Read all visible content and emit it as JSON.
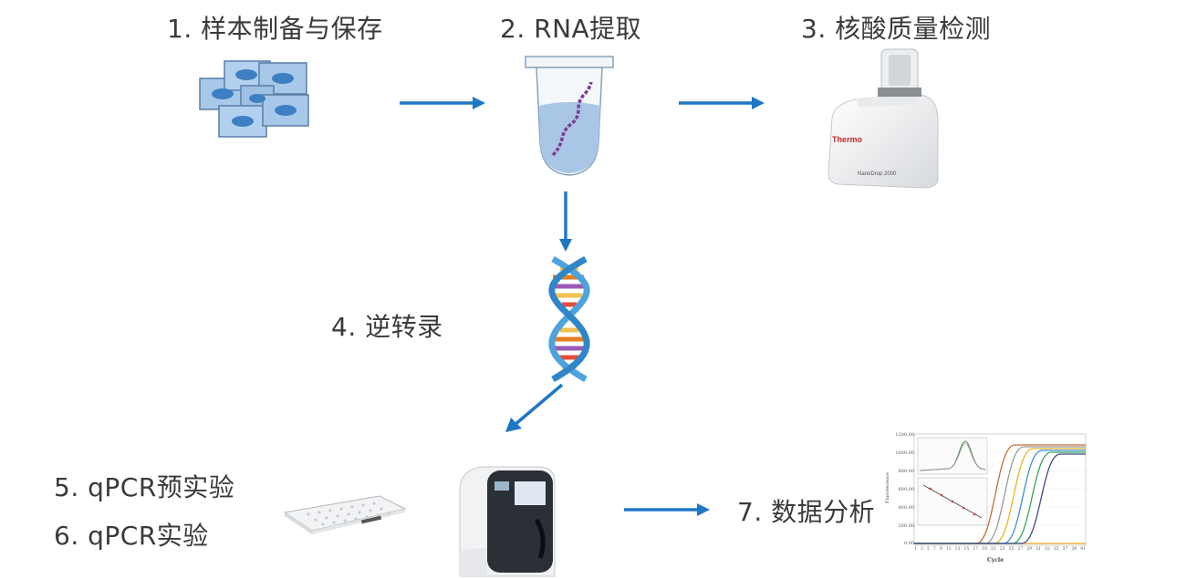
{
  "steps": {
    "s1": "1. 样本制备与保存",
    "s2": "2. RNA提取",
    "s3": "3. 核酸质量检测",
    "s4": "4. 逆转录",
    "s5": "5. qPCR预实验",
    "s6": "6. qPCR实验",
    "s7": "7. 数据分析"
  },
  "instrument": {
    "brand": "Thermo",
    "model": "NanoDrop 2000"
  },
  "qpcr_plot": {
    "y_ticks": [
      "1200.00",
      "1000.00",
      "800.00",
      "600.00",
      "400.00",
      "200.00",
      "0.00"
    ],
    "x_ticks": [
      "1",
      "3",
      "5",
      "7",
      "9",
      "11",
      "13",
      "15",
      "17",
      "19",
      "21",
      "23",
      "25",
      "27",
      "29",
      "31",
      "33",
      "35",
      "37",
      "39",
      "41"
    ],
    "x_label": "Cycle",
    "y_label": "Fluorescence"
  },
  "colors": {
    "arrow": "#1f77c4",
    "cell_fill": "#9ec4e6",
    "cell_nucleus": "#3d7fc0",
    "tube_liquid": "#a9c6e6",
    "rna_strand": "#7a3f8f"
  }
}
